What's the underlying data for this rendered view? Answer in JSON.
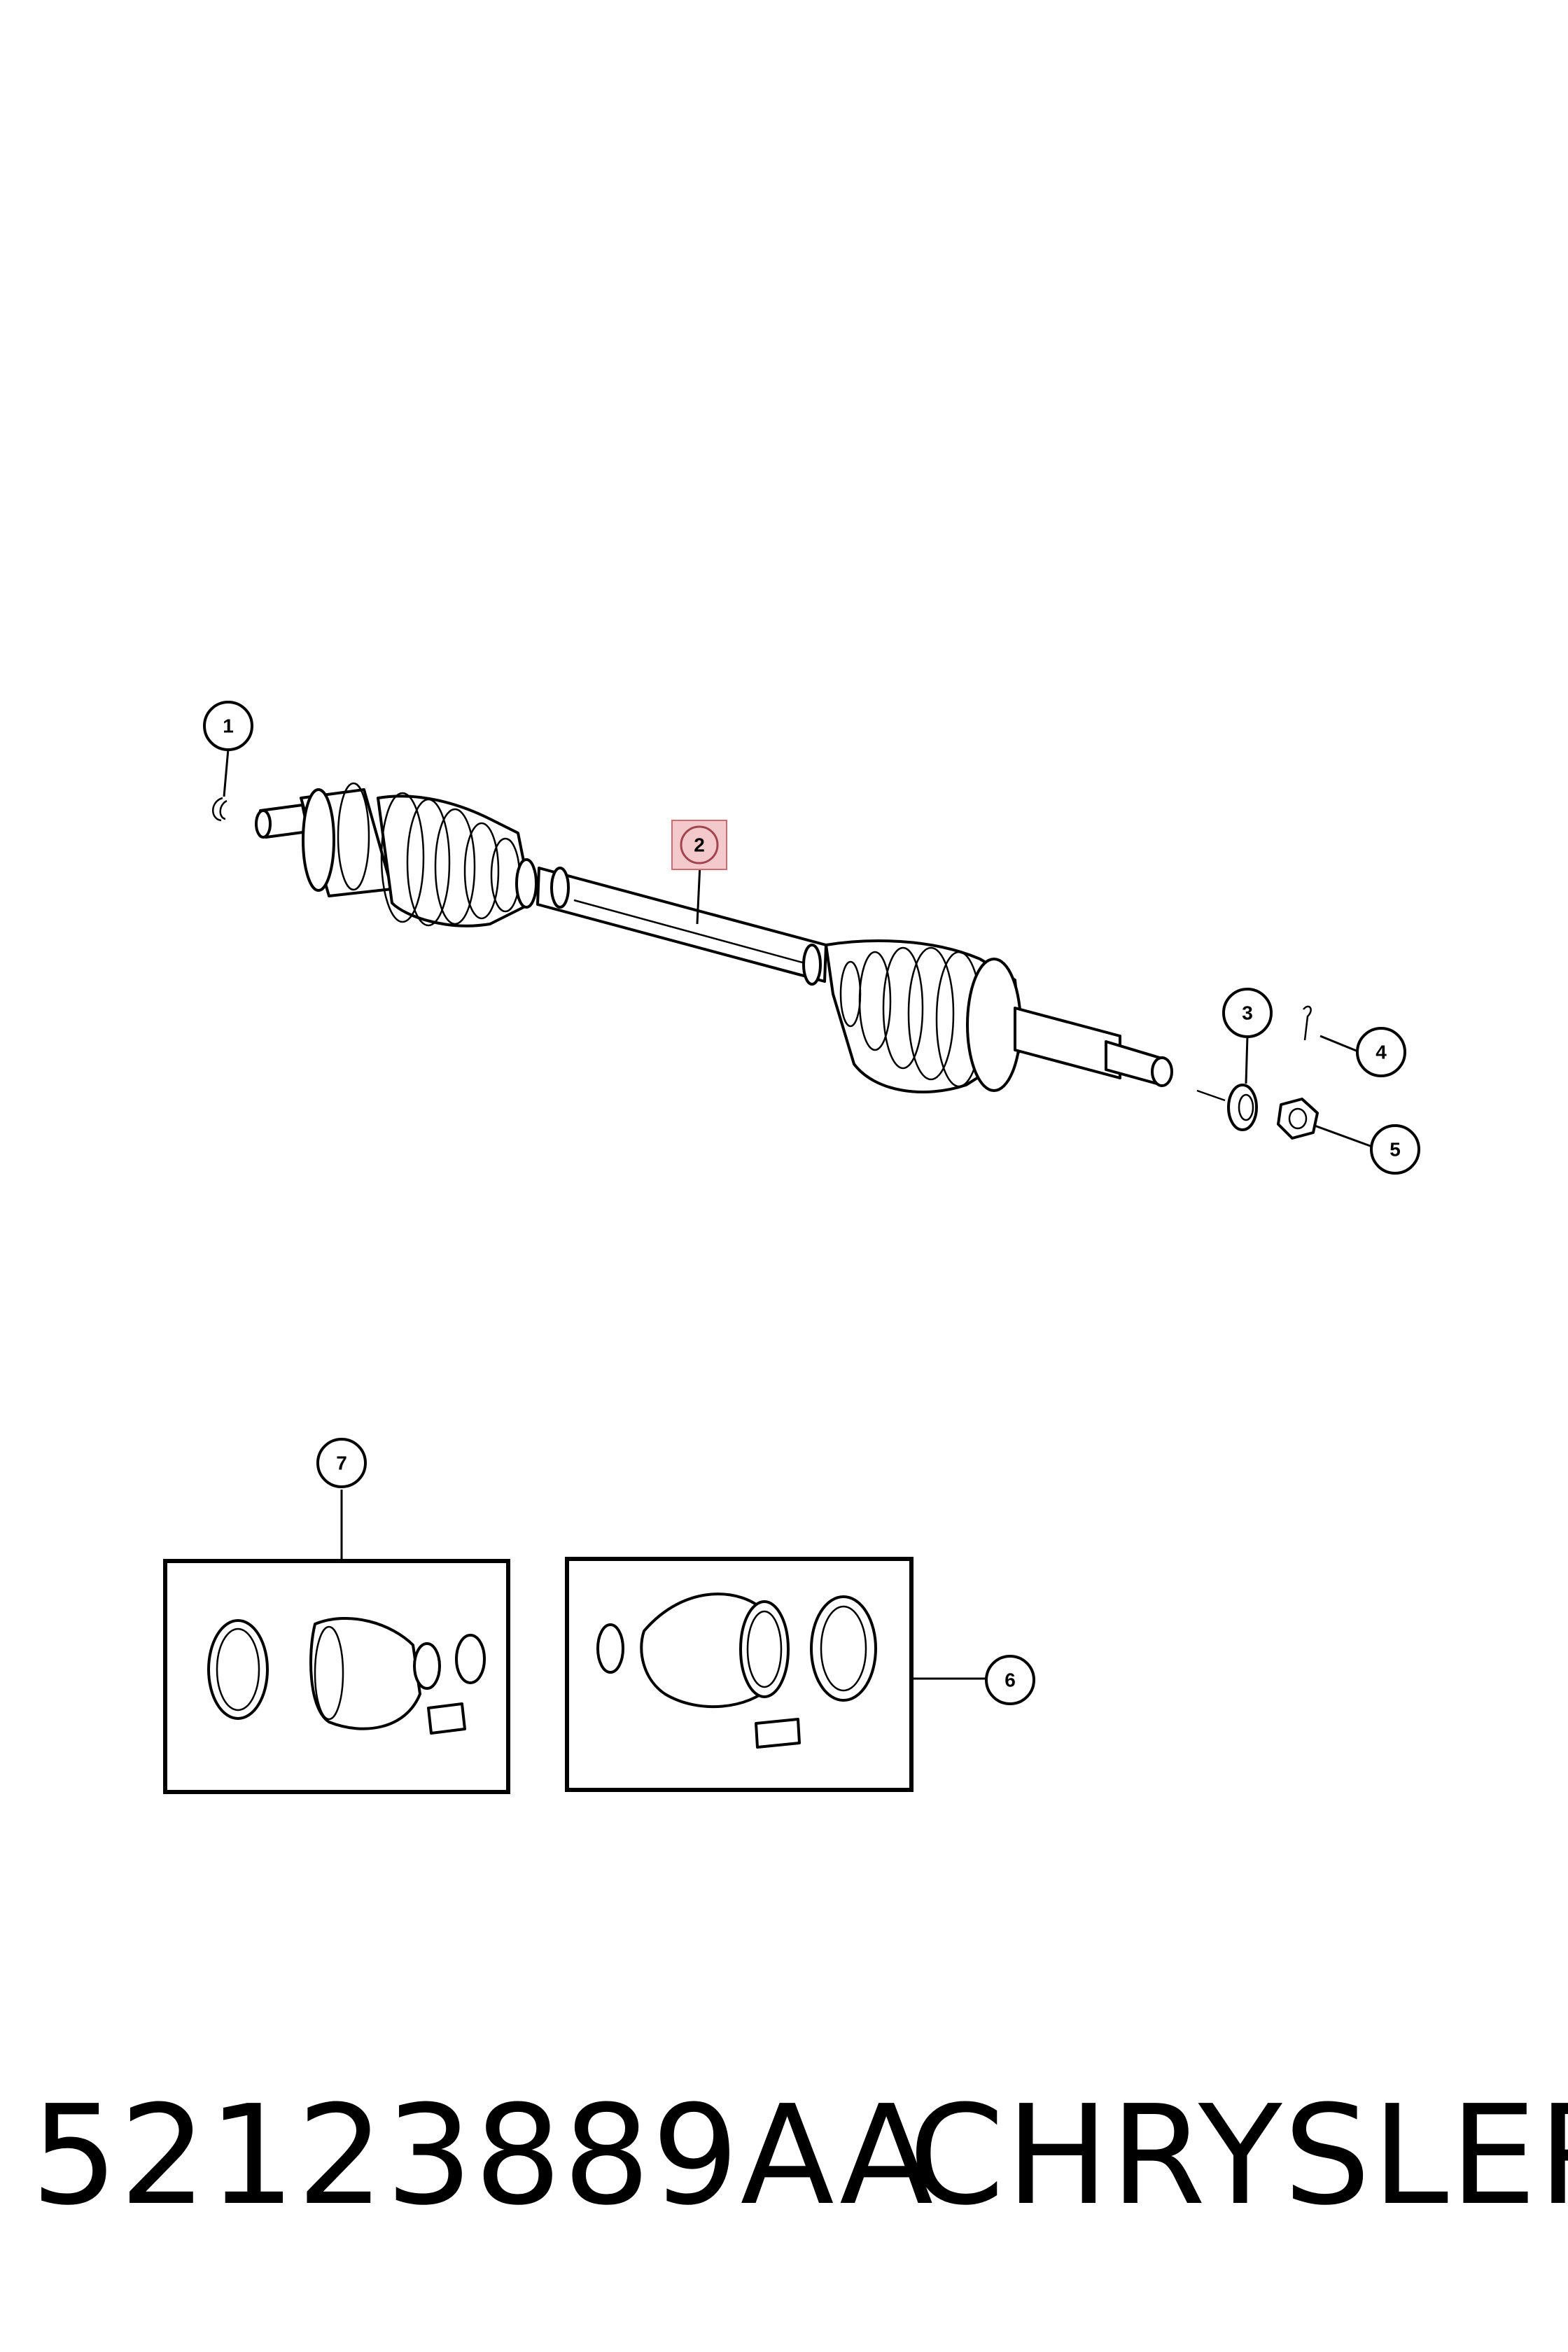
{
  "callouts": [
    "1",
    "2",
    "3",
    "4",
    "5",
    "6",
    "7"
  ],
  "highlighted_callout": "2",
  "footer": {
    "part_number": "52123889AA",
    "brand": "CHRYSLER"
  },
  "colors": {
    "highlight_fill": "#f4c9cc",
    "highlight_stroke": "#d06a72",
    "ink": "#000000"
  }
}
